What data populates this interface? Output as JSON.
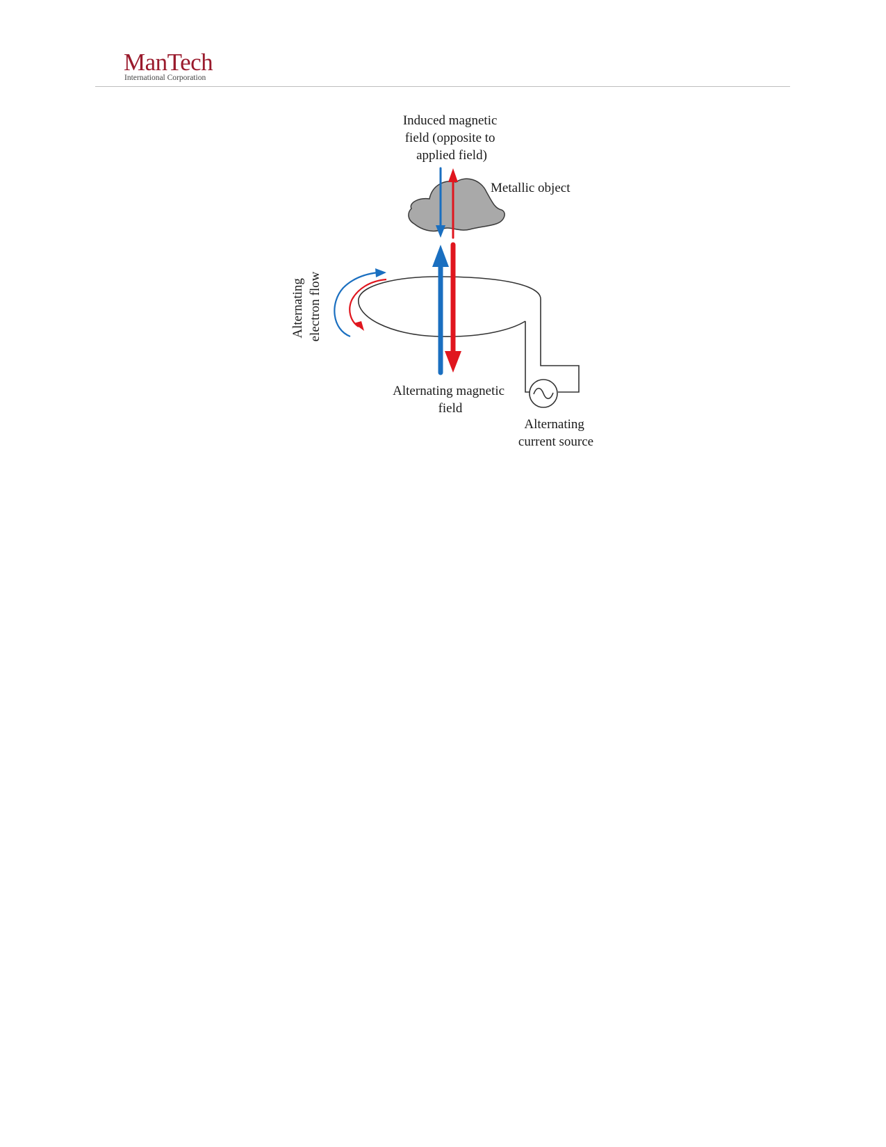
{
  "header": {
    "logo_main": "ManTech",
    "logo_sub": "International Corporation"
  },
  "diagram": {
    "induced_field_label": [
      "Induced magnetic",
      "field (opposite to",
      "applied field)"
    ],
    "metallic_object_label": "Metallic object",
    "electron_flow_label": [
      "Alternating",
      "electron flow"
    ],
    "magnetic_field_label": [
      "Alternating magnetic",
      "field"
    ],
    "current_source_label": [
      "Alternating",
      "current source"
    ],
    "colors": {
      "blue_arrow": "#1a6fc0",
      "red_arrow": "#e0161e",
      "metallic_object_fill": "#a9a9a9",
      "line": "#333333",
      "logo": "#9a1a2c"
    }
  }
}
